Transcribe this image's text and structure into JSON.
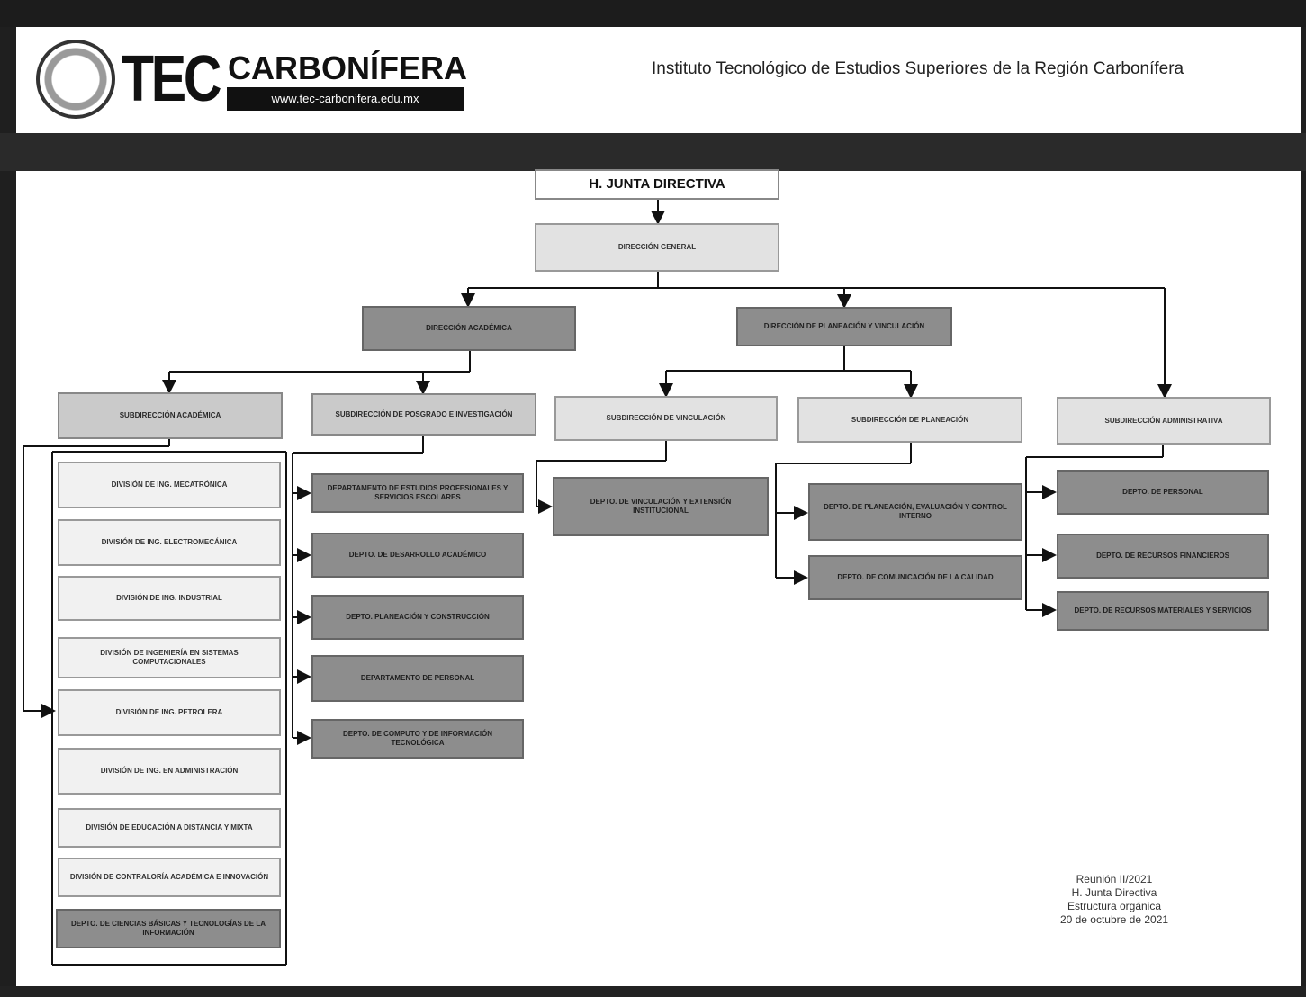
{
  "header": {
    "logo_mark": "TEC",
    "logo_name": "CARBONÍFERA",
    "logo_url": "www.tec-carbonifera.edu.mx",
    "institute": "Instituto Tecnológico de Estudios Superiores de la Región Carbonífera"
  },
  "org": {
    "junta": "H. JUNTA DIRECTIVA",
    "direccion_general": "DIRECCIÓN GENERAL",
    "dir_academica": "DIRECCIÓN ACADÉMICA",
    "dir_planeacion": "DIRECCIÓN DE PLANEACIÓN Y VINCULACIÓN",
    "sub_academica": "SUBDIRECCIÓN ACADÉMICA",
    "sub_posgrado": "SUBDIRECCIÓN DE POSGRADO E INVESTIGACIÓN",
    "sub_vinculacion": "SUBDIRECCIÓN DE VINCULACIÓN",
    "sub_planeacion": "SUBDIRECCIÓN DE PLANEACIÓN",
    "sub_administrativa": "SUBDIRECCIÓN ADMINISTRATIVA",
    "divisiones": [
      "DIVISIÓN DE ING. MECATRÓNICA",
      "DIVISIÓN DE ING. ELECTROMECÁNICA",
      "DIVISIÓN DE ING. INDUSTRIAL",
      "DIVISIÓN DE INGENIERÍA EN SISTEMAS COMPUTACIONALES",
      "DIVISIÓN DE ING. PETROLERA",
      "DIVISIÓN DE ING. EN ADMINISTRACIÓN",
      "DIVISIÓN DE EDUCACIÓN A DISTANCIA Y MIXTA",
      "DIVISIÓN DE CONTRALORÍA ACADÉMICA E INNOVACIÓN",
      "DEPTO. DE CIENCIAS BÁSICAS Y TECNOLOGÍAS DE LA INFORMACIÓN"
    ],
    "posgrado_deptos": [
      "DEPARTAMENTO DE ESTUDIOS PROFESIONALES Y SERVICIOS ESCOLARES",
      "DEPTO. DE DESARROLLO ACADÉMICO",
      "DEPTO. PLANEACIÓN Y CONSTRUCCIÓN",
      "DEPARTAMENTO DE PERSONAL",
      "DEPTO. DE COMPUTO Y DE INFORMACIÓN TECNOLÓGICA"
    ],
    "vinculacion_deptos": [
      "DEPTO. DE VINCULACIÓN Y EXTENSIÓN INSTITUCIONAL"
    ],
    "planeacion_deptos": [
      "DEPTO. DE PLANEACIÓN, EVALUACIÓN Y CONTROL INTERNO",
      "DEPTO. DE COMUNICACIÓN DE LA CALIDAD"
    ],
    "admin_deptos": [
      "DEPTO. DE PERSONAL",
      "DEPTO. DE RECURSOS FINANCIEROS",
      "DEPTO. DE RECURSOS MATERIALES Y SERVICIOS"
    ]
  },
  "note": {
    "line1": "Reunión II/2021",
    "line2": "H. Junta Directiva",
    "line3": "Estructura orgánica",
    "line4": "20 de octubre de 2021"
  }
}
